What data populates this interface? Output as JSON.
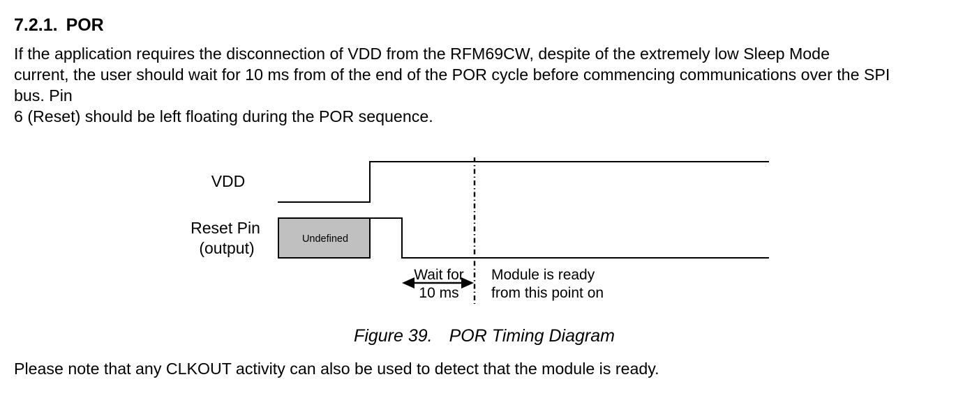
{
  "section": {
    "number": "7.2.1.",
    "title": "POR"
  },
  "paragraph": {
    "lines": [
      "If the application requires the disconnection of VDD from the RFM69CW, despite of the extremely low Sleep Mode",
      "current, the user should wait for 10 ms from of the end of the POR cycle before commencing communications over the SPI",
      "bus. Pin",
      "6 (Reset) should be left floating during the POR sequence."
    ]
  },
  "diagram": {
    "signals": [
      {
        "label_lines": [
          "VDD"
        ]
      },
      {
        "label_lines": [
          "Reset Pin",
          "(output)"
        ]
      }
    ],
    "undefined_label": "Undefined",
    "wait_label_lines": [
      "Wait for",
      "10 ms"
    ],
    "ready_label_lines": [
      "Module is ready",
      "from this point on"
    ],
    "undefined_fill": "#c0c0c0"
  },
  "figure": {
    "number": "Figure 39.",
    "title": "POR Timing Diagram"
  },
  "note": "Please note that any CLKOUT activity can also be used to detect that the module is ready."
}
